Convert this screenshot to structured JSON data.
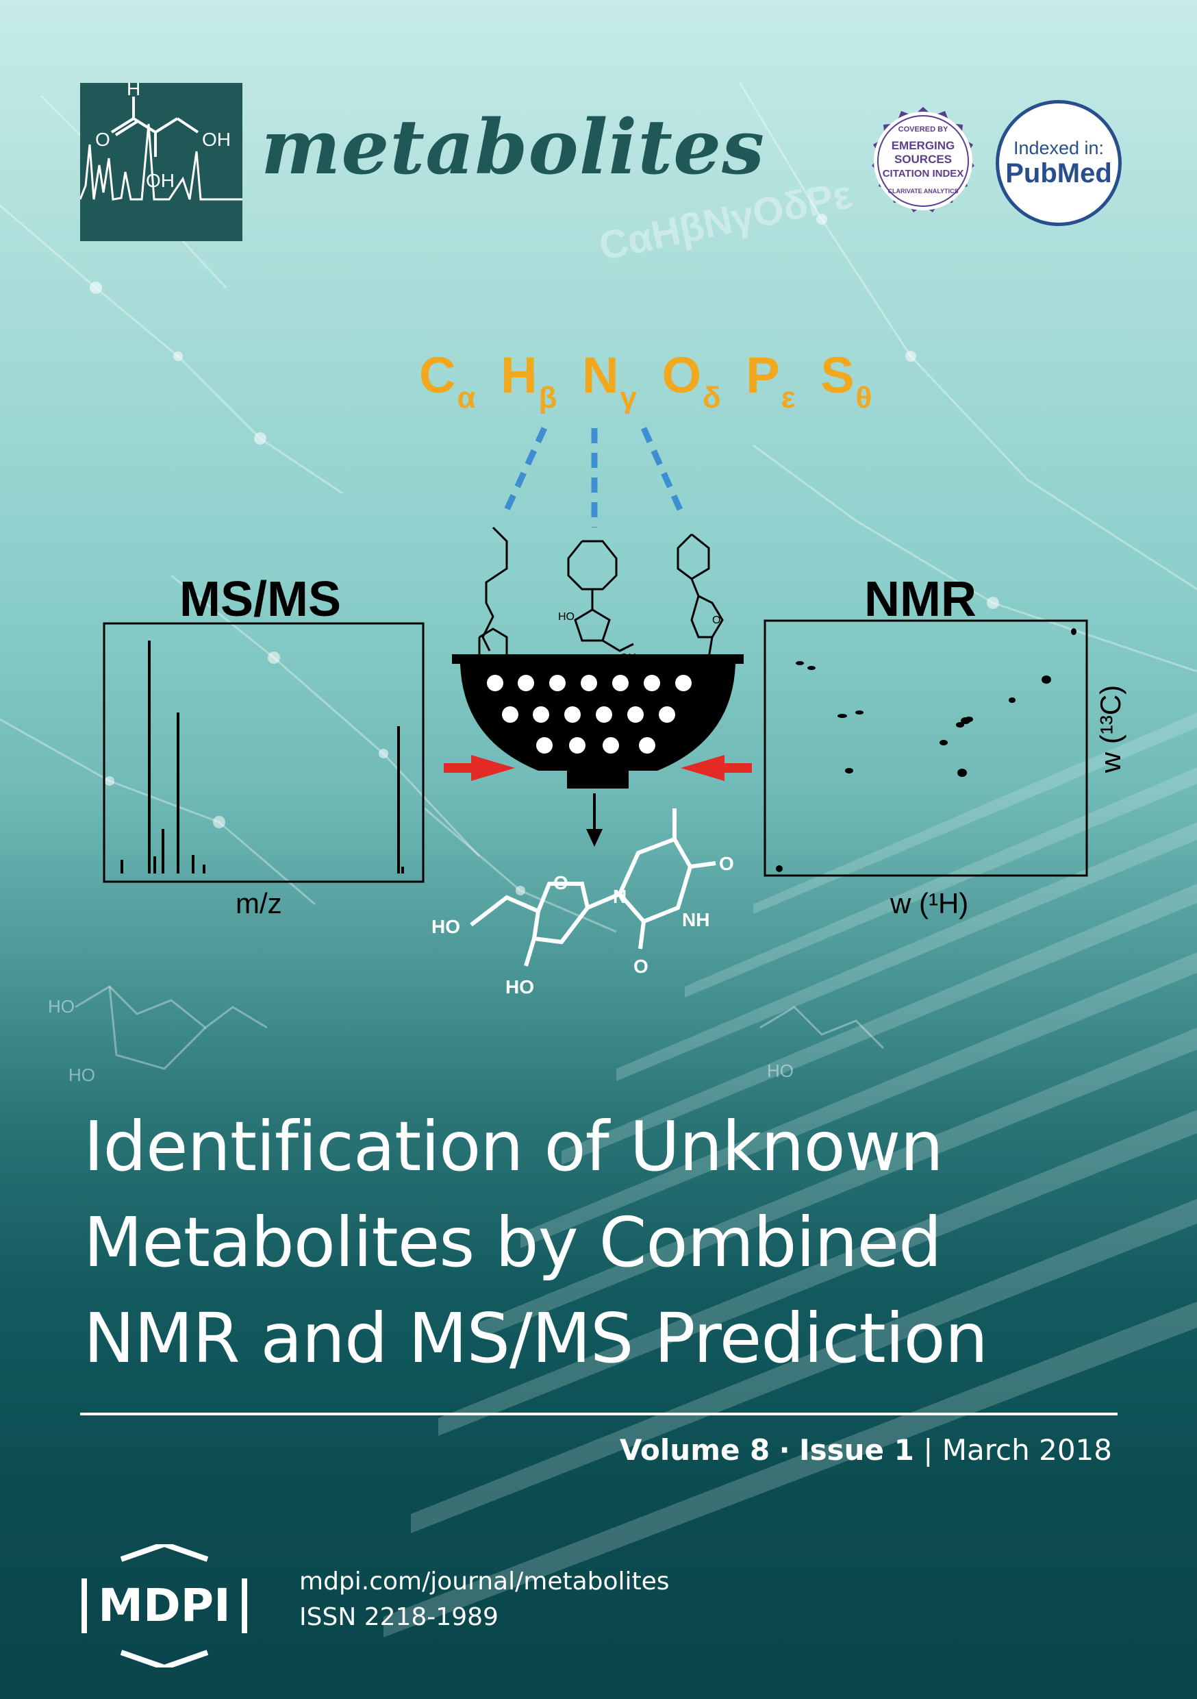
{
  "journal": {
    "name": "metabolites",
    "logo_atoms": [
      "H",
      "O",
      "OH",
      "OH"
    ]
  },
  "badges": {
    "esci": {
      "covered_by": "COVERED BY",
      "lines": [
        "EMERGING",
        "SOURCES",
        "CITATION INDEX"
      ],
      "publisher": "CLARIVATE ANALYTICS"
    },
    "pubmed": {
      "indexed_label": "Indexed in:",
      "name": "PubMed"
    }
  },
  "graphic": {
    "formula_elements": [
      {
        "symbol": "C",
        "subscript": "α"
      },
      {
        "symbol": "H",
        "subscript": "β"
      },
      {
        "symbol": "N",
        "subscript": "γ"
      },
      {
        "symbol": "O",
        "subscript": "δ"
      },
      {
        "symbol": "P",
        "subscript": "ε"
      },
      {
        "symbol": "S",
        "subscript": "θ"
      }
    ],
    "ms_heading": "MS/MS",
    "ms_xlabel": "m/z",
    "nmr_heading": "NMR",
    "nmr_xlabel": "w (¹H)",
    "nmr_ylabel": "w (¹³C)",
    "structure_labels": [
      "HO",
      "HO",
      "O",
      "N",
      "NH",
      "O",
      "O"
    ]
  },
  "title_lines": [
    "Identification of Unknown",
    "Metabolites by Combined",
    "NMR and MS/MS Prediction"
  ],
  "issue": {
    "volume": "Volume 8",
    "separator": "·",
    "issue": "Issue 1",
    "divider": "|",
    "date": "March 2018"
  },
  "publisher": {
    "name": "MDPI",
    "url": "mdpi.com/journal/metabolites",
    "issn": "ISSN 2218-1989"
  },
  "colors": {
    "brand_teal": "#1f5857",
    "formula_orange": "#f1a81e",
    "pubmed_blue": "#274e8d",
    "esci_purple": "#5b3f8c",
    "arrow_red": "#e32a24",
    "dash_blue": "#3d8fd1"
  }
}
